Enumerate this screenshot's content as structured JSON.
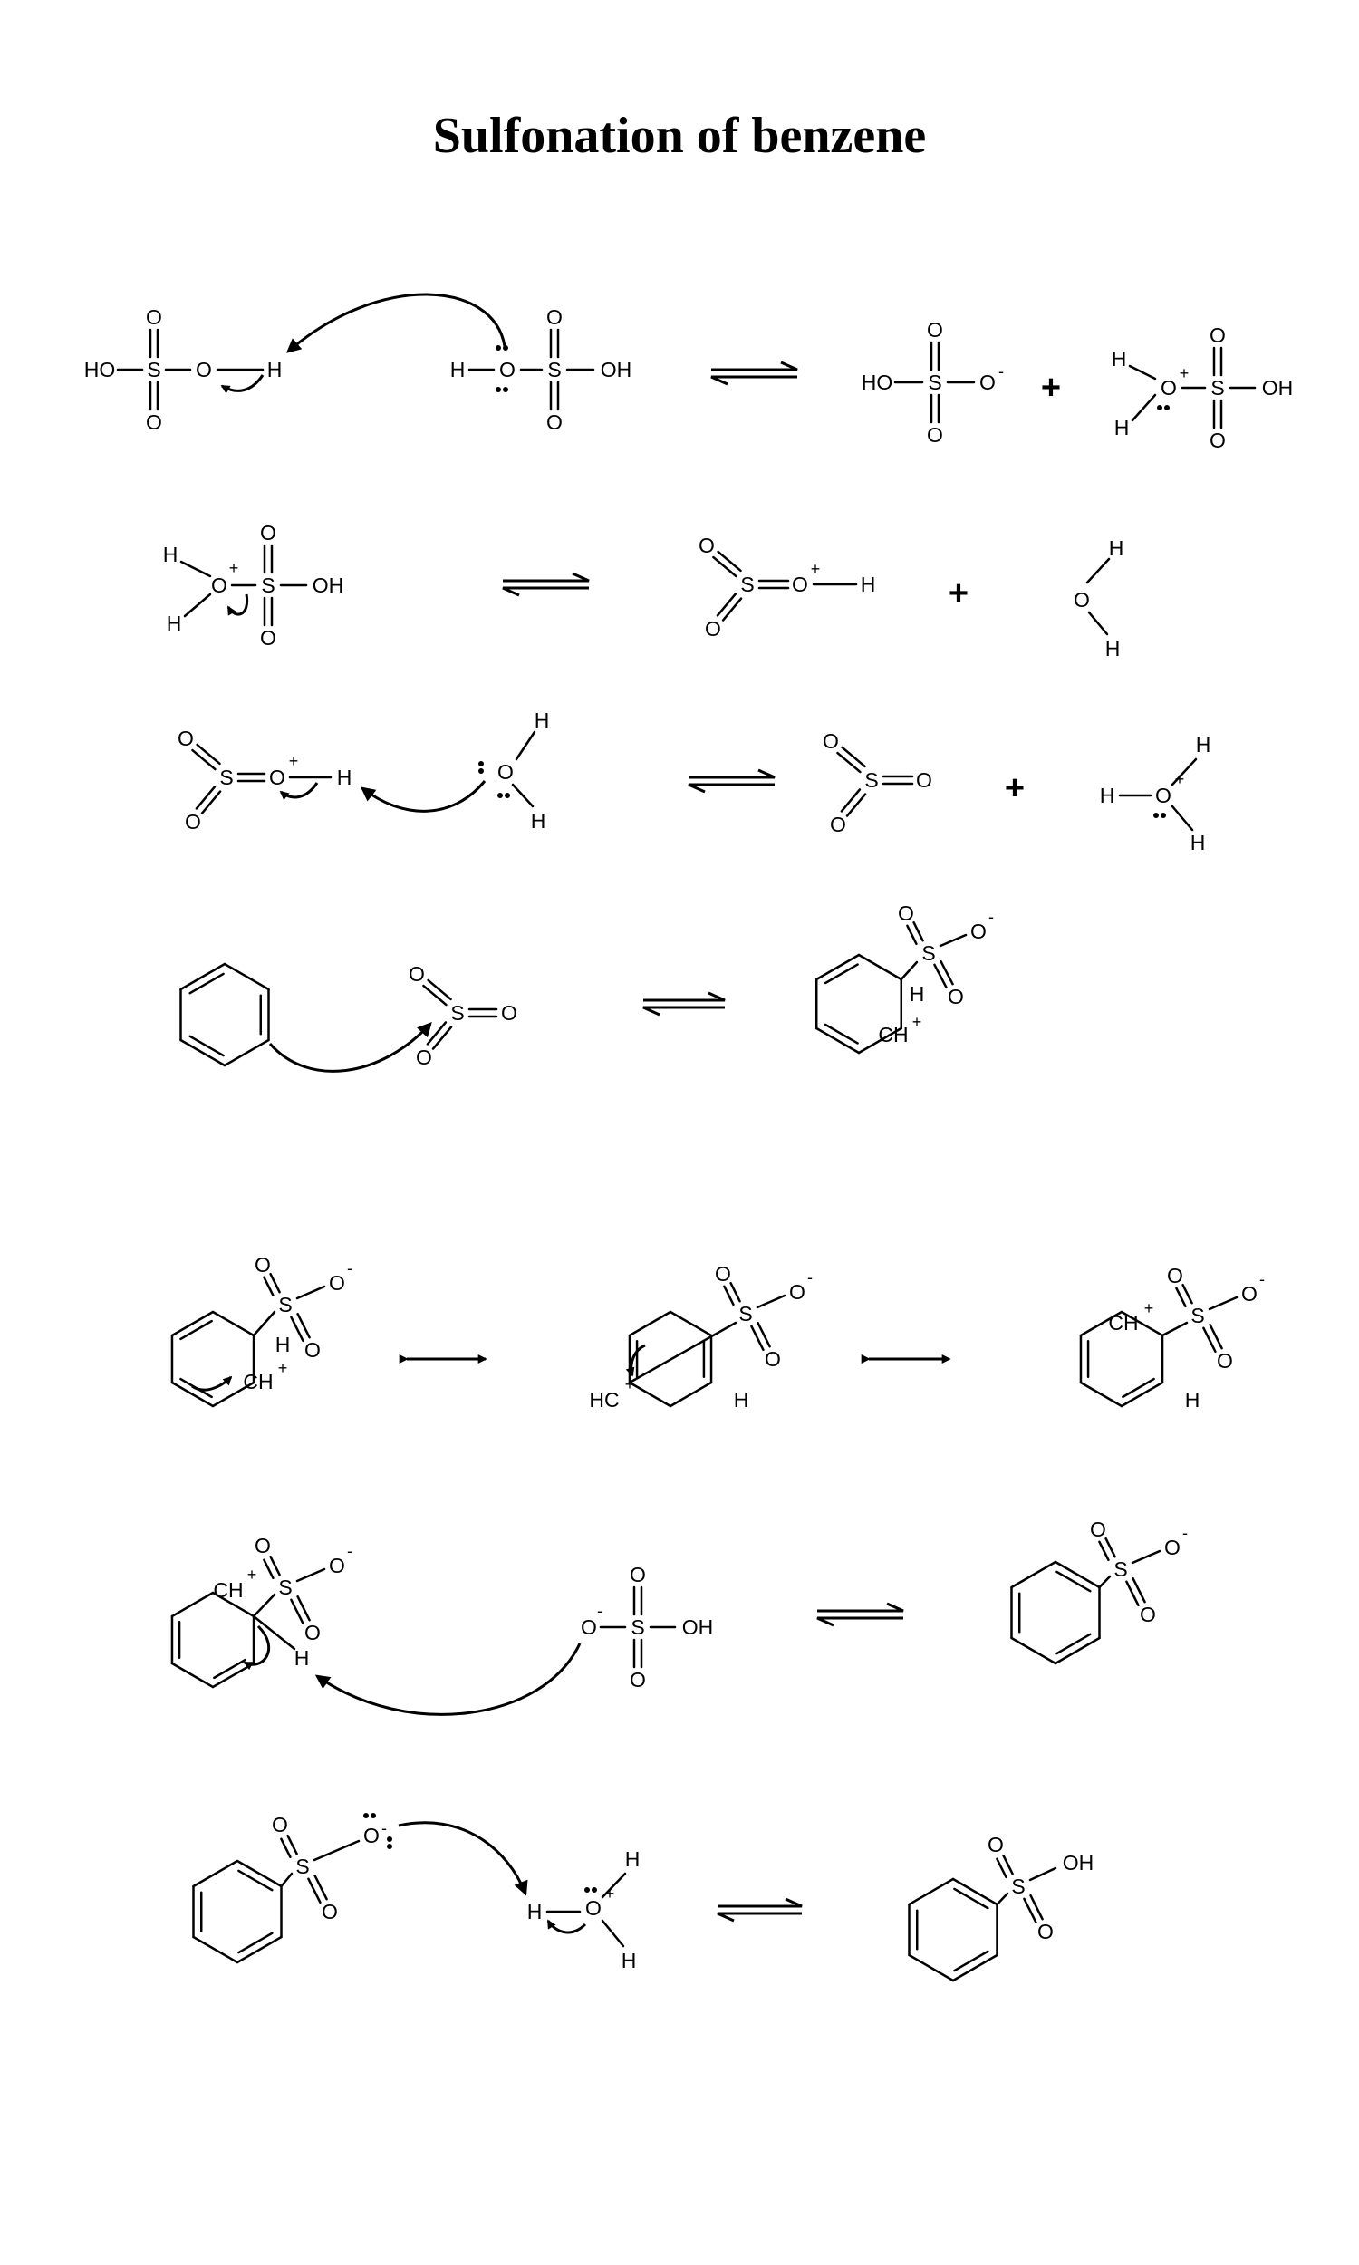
{
  "title": "Sulfonation of benzene",
  "colors": {
    "ink": "#000000",
    "background": "#ffffff"
  },
  "labels": {
    "O": "O",
    "S": "S",
    "H": "H",
    "HO": "HO",
    "OH": "OH",
    "CH": "CH",
    "HC": "HC",
    "plus": "+",
    "minus": "-"
  }
}
